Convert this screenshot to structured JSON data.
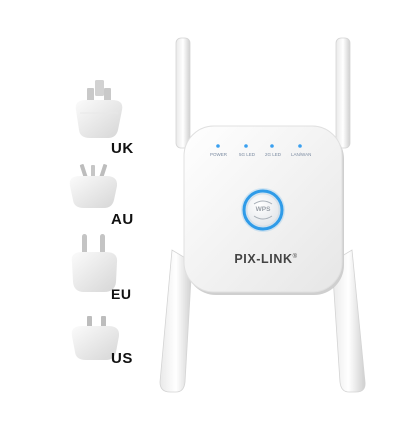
{
  "plugs": [
    {
      "label": "UK"
    },
    {
      "label": "AU"
    },
    {
      "label": "EU"
    },
    {
      "label": "US"
    }
  ],
  "device": {
    "brand": "PIX-LINK",
    "brand_mark": "®",
    "button_label": "WPS",
    "leds": [
      {
        "label": "POWER"
      },
      {
        "label": "5G LED"
      },
      {
        "label": "2G LED"
      },
      {
        "label": "LAN/WAN"
      }
    ],
    "led_color": "#3aa0f0",
    "ring_color": "#2f9be8"
  }
}
